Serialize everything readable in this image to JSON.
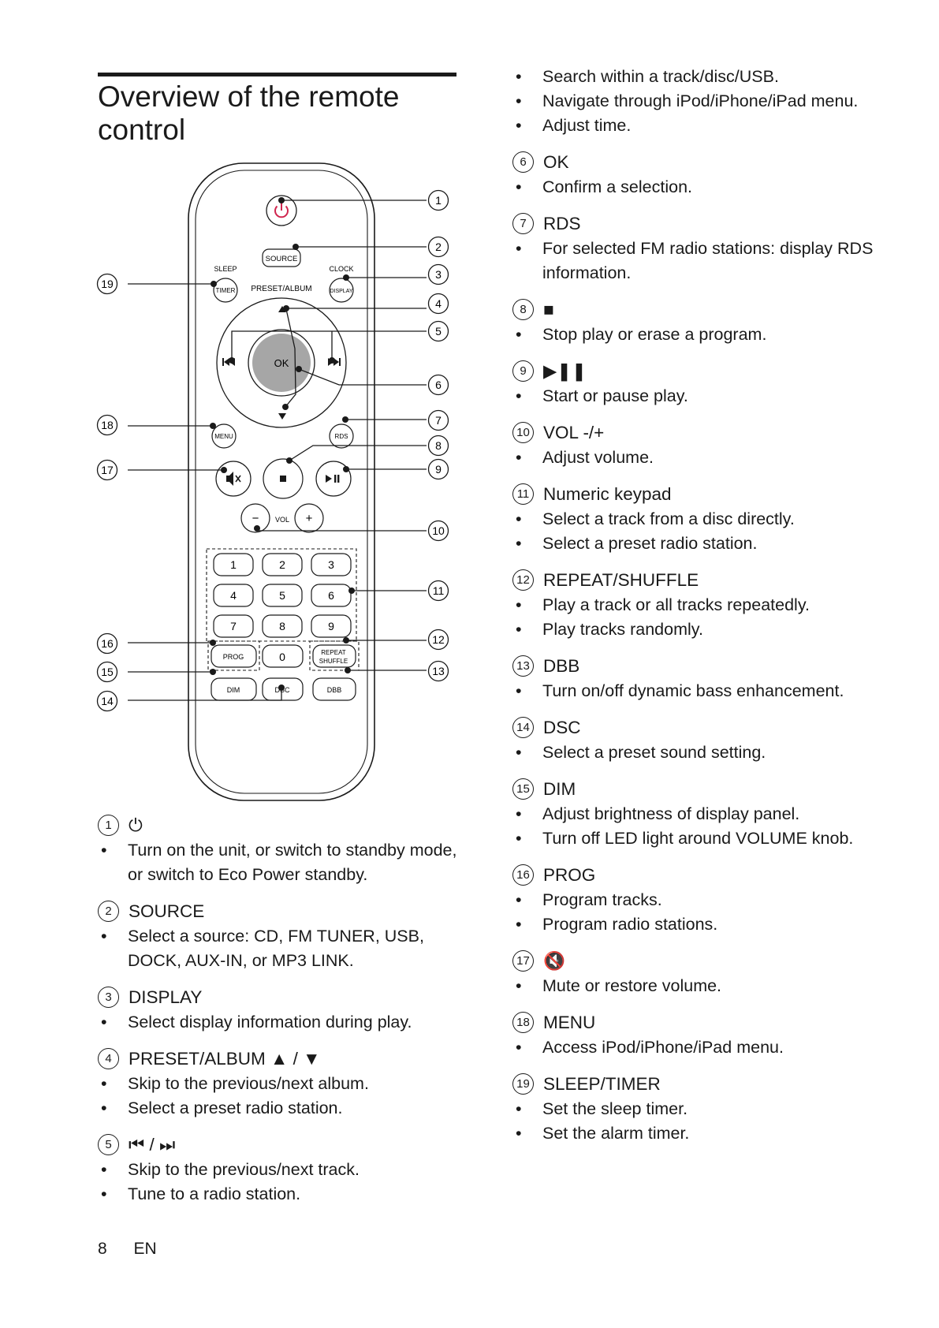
{
  "page": {
    "title": "Overview of the remote control",
    "footer": {
      "page_number": "8",
      "language": "EN"
    }
  },
  "remote": {
    "labels": {
      "sleep": "SLEEP",
      "timer": "TIMER",
      "clock": "CLOCK",
      "display": "DISPLAY",
      "preset_album": "PRESET/ALBUM",
      "source": "SOURCE",
      "ok": "OK",
      "menu": "MENU",
      "rds": "RDS",
      "vol": "VOL",
      "vol_minus": "−",
      "vol_plus": "+",
      "prog": "PROG",
      "zero": "0",
      "repeat": "REPEAT",
      "shuffle": "SHUFFLE",
      "dim": "DIM",
      "dsc": "DSC",
      "dbb": "DBB"
    },
    "keypad": [
      "1",
      "2",
      "3",
      "4",
      "5",
      "6",
      "7",
      "8",
      "9"
    ],
    "callouts": [
      "1",
      "2",
      "3",
      "4",
      "5",
      "6",
      "7",
      "8",
      "9",
      "10",
      "11",
      "12",
      "13",
      "14",
      "15",
      "16",
      "17",
      "18",
      "19"
    ]
  },
  "items_left": [
    {
      "num": "1",
      "label": "⏻",
      "bullets": [
        "Turn on the unit, or switch to standby mode, or switch to Eco Power standby."
      ]
    },
    {
      "num": "2",
      "label": "SOURCE",
      "bullets": [
        "Select a source: CD, FM TUNER, USB, DOCK, AUX-IN, or MP3 LINK."
      ]
    },
    {
      "num": "3",
      "label": "DISPLAY",
      "bullets": [
        "Select display information during play."
      ]
    },
    {
      "num": "4",
      "label": "PRESET/ALBUM ▲ / ▼",
      "bullets": [
        "Skip to the previous/next album.",
        "Select a preset radio station."
      ]
    },
    {
      "num": "5",
      "label": "⏮ / ⏭",
      "bullets": [
        "Skip to the previous/next track.",
        "Tune to a radio station."
      ]
    }
  ],
  "continued_bullets": [
    "Search within a track/disc/USB.",
    "Navigate through iPod/iPhone/iPad menu.",
    "Adjust time."
  ],
  "items_right": [
    {
      "num": "6",
      "label": "OK",
      "bullets": [
        "Confirm a selection."
      ]
    },
    {
      "num": "7",
      "label": "RDS",
      "bullets": [
        "For selected FM radio stations: display RDS information."
      ]
    },
    {
      "num": "8",
      "label": "■",
      "bullets": [
        "Stop play or erase a program."
      ]
    },
    {
      "num": "9",
      "label": "▶❚❚",
      "bullets": [
        "Start or pause play."
      ]
    },
    {
      "num": "10",
      "label": "VOL -/+",
      "bullets": [
        "Adjust volume."
      ]
    },
    {
      "num": "11",
      "label": "Numeric keypad",
      "bullets": [
        "Select a track from a disc directly.",
        "Select a preset radio station."
      ]
    },
    {
      "num": "12",
      "label": "REPEAT/SHUFFLE",
      "bullets": [
        "Play a track or all tracks repeatedly.",
        "Play tracks randomly."
      ]
    },
    {
      "num": "13",
      "label": "DBB",
      "bullets": [
        "Turn on/off dynamic bass enhancement."
      ]
    },
    {
      "num": "14",
      "label": "DSC",
      "bullets": [
        "Select a preset sound setting."
      ]
    },
    {
      "num": "15",
      "label": "DIM",
      "bullets": [
        "Adjust brightness of display panel.",
        "Turn off LED light around VOLUME knob."
      ]
    },
    {
      "num": "16",
      "label": "PROG",
      "bullets": [
        "Program tracks.",
        "Program radio stations."
      ]
    },
    {
      "num": "17",
      "label": "🔇",
      "bullets": [
        "Mute or restore volume."
      ]
    },
    {
      "num": "18",
      "label": "MENU",
      "bullets": [
        "Access iPod/iPhone/iPad menu."
      ]
    },
    {
      "num": "19",
      "label": "SLEEP/TIMER",
      "bullets": [
        "Set the sleep timer.",
        "Set the alarm timer."
      ]
    }
  ],
  "colors": {
    "text": "#1a1a1a",
    "power_accent": "#d0264f",
    "ok_fill": "#a6a6a6"
  }
}
